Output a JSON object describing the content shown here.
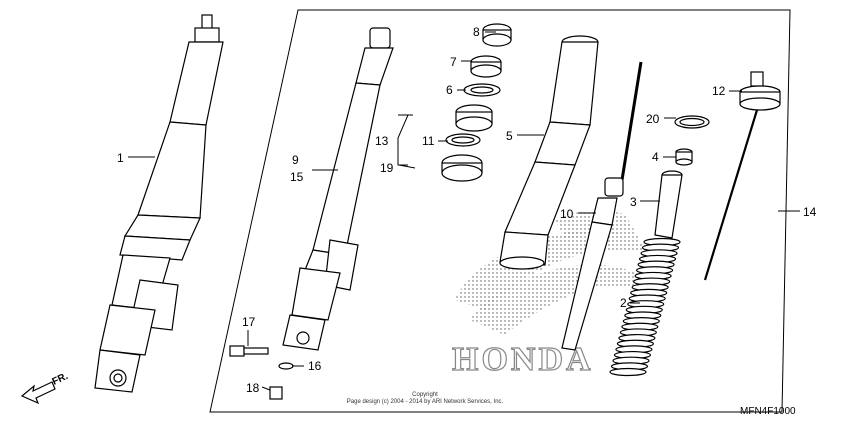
{
  "diagram": {
    "direction_label": "FR.",
    "code": "MFN4F1000",
    "copyright_line1": "Copyright",
    "copyright_line2": "Page design (c) 2004 - 2014 by ARI Network Services, Inc.",
    "watermark": "HONDA",
    "callouts": [
      "1",
      "2",
      "3",
      "4",
      "5",
      "6",
      "7",
      "8",
      "9",
      "15",
      "10",
      "11",
      "12",
      "13",
      "14",
      "16",
      "17",
      "18",
      "19",
      "20"
    ]
  }
}
